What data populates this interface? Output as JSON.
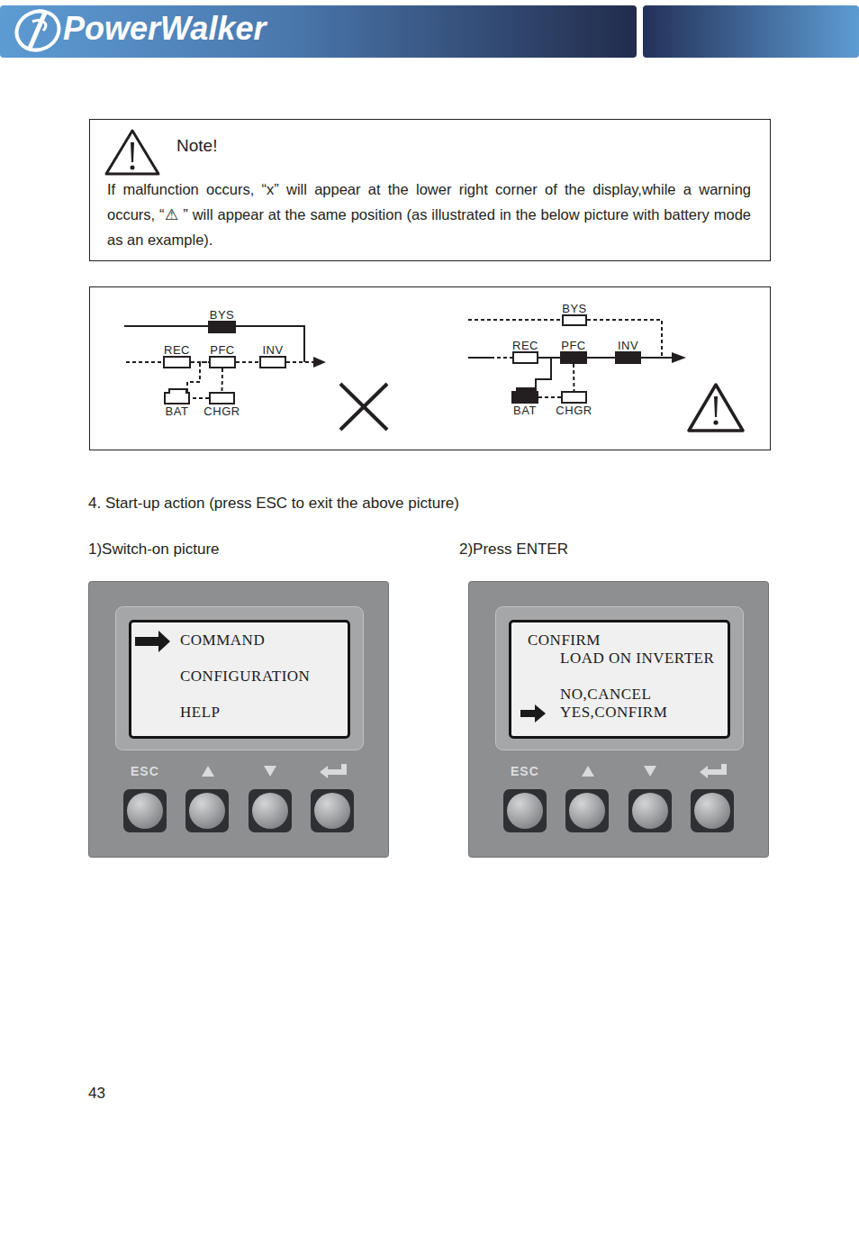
{
  "diagram": {
    "nodes": [
      {
        "text": [
          "Note!",
          "If malfunction occurs, “x” will appear at the lower right corner of the display,while a warning occurs, “⚠ ” will appear at the same position (as illustrated in the below picture with battery mode as an example)."
        ]
      },
      {
        "text": [
          "BYS"
        ]
      },
      {
        "text": [
          "REC"
        ]
      },
      {
        "text": [
          "PFC"
        ]
      },
      {
        "text": [
          "INV"
        ]
      },
      {
        "text": [
          "BAT"
        ]
      },
      {
        "text": [
          "CHGR"
        ]
      },
      {
        "text": [
          "BYS"
        ]
      },
      {
        "text": [
          "REC"
        ]
      },
      {
        "text": [
          "PFC"
        ]
      },
      {
        "text": [
          "INV"
        ]
      },
      {
        "text": [
          "BAT"
        ]
      },
      {
        "text": [
          "CHGR"
        ]
      },
      {
        "text": [
          "ESC"
        ]
      },
      {
        "text": [
          "COMMAND",
          "CONFIGURATION",
          "HELP"
        ],
        "in": 13
      },
      {
        "text": [
          "ESC"
        ]
      },
      {
        "text": [
          "CONFIRM",
          "LOAD ON INVERTER",
          "NO,CANCEL",
          "YES,CONFIRM"
        ],
        "in": 15
      }
    ],
    "edges": [
      {
        "from": 2,
        "to": 3,
        "arrow": "none"
      },
      {
        "from": 3,
        "to": 4,
        "arrow": "none"
      },
      {
        "from": 3,
        "to": 6,
        "arrow": "none"
      },
      {
        "from": 6,
        "to": 5,
        "arrow": "none"
      },
      {
        "from": 5,
        "to": 3,
        "arrow": "none"
      },
      {
        "from": 8,
        "to": 9,
        "arrow": "none"
      },
      {
        "from": 9,
        "to": 10,
        "arrow": "none"
      },
      {
        "from": 9,
        "to": 12,
        "arrow": "none"
      },
      {
        "from": 12,
        "to": 11,
        "arrow": "none"
      },
      {
        "from": 11,
        "to": 9,
        "arrow": "none"
      }
    ],
    "labels": [
      "PowerWalker",
      "4. Start-up action (press ESC to exit the above picture)",
      "1)Switch-on picture",
      "2)Press ENTER",
      "43"
    ]
  }
}
